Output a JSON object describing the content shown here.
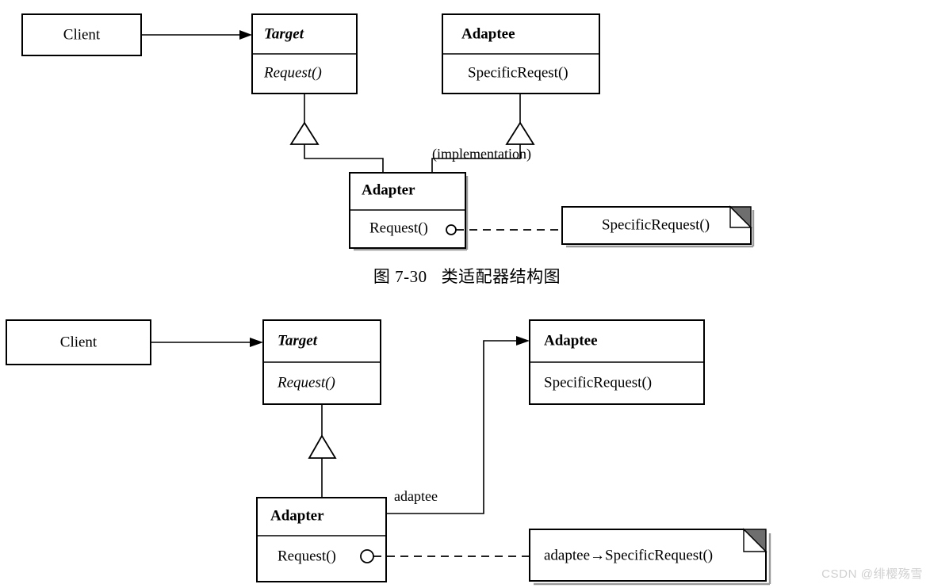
{
  "figure": {
    "caption_number": "图 7-30",
    "caption_title": "类适配器结构图"
  },
  "watermark": {
    "text": "CSDN @绯樱殇雪"
  },
  "colors": {
    "stroke": "#000000",
    "background": "#ffffff",
    "note_fold": "#6e6e6e",
    "shadow": "#9a9a9a",
    "watermark": "#d0d0d0"
  },
  "diagram_class_adapter": {
    "name": "class-adapter-structure",
    "classes": {
      "client": {
        "name": "Client",
        "stereotype": "",
        "members": []
      },
      "target": {
        "name": "Target",
        "abstract": true,
        "members": [
          "Request()"
        ]
      },
      "adaptee": {
        "name": "Adaptee",
        "abstract": false,
        "members": [
          "SpecificReqest()"
        ]
      },
      "adapter": {
        "name": "Adapter",
        "abstract": false,
        "members": [
          "Request()"
        ]
      }
    },
    "labels": {
      "implementation": "(implementation)"
    },
    "note": {
      "text": "SpecificRequest()"
    },
    "relations": [
      {
        "type": "association",
        "from": "Client",
        "to": "Target",
        "arrow": "open"
      },
      {
        "type": "generalization",
        "from": "Adapter",
        "to": "Target"
      },
      {
        "type": "generalization",
        "from": "Adapter",
        "to": "Adaptee",
        "label": "(implementation)"
      },
      {
        "type": "note-anchor",
        "from": "Adapter.Request()",
        "to": "note"
      }
    ]
  },
  "diagram_object_adapter": {
    "name": "object-adapter-structure",
    "classes": {
      "client": {
        "name": "Client",
        "members": []
      },
      "target": {
        "name": "Target",
        "abstract": true,
        "members": [
          "Request()"
        ]
      },
      "adaptee": {
        "name": "Adaptee",
        "abstract": false,
        "members": [
          "SpecificRequest()"
        ]
      },
      "adapter": {
        "name": "Adapter",
        "abstract": false,
        "members": [
          "Request()"
        ]
      }
    },
    "labels": {
      "adaptee_role": "adaptee"
    },
    "note": {
      "text": "adaptee→SpecificRequest()"
    },
    "relations": [
      {
        "type": "association",
        "from": "Client",
        "to": "Target",
        "arrow": "open"
      },
      {
        "type": "generalization",
        "from": "Adapter",
        "to": "Target"
      },
      {
        "type": "association",
        "from": "Adapter",
        "to": "Adaptee",
        "label": "adaptee",
        "arrow": "open"
      },
      {
        "type": "note-anchor",
        "from": "Adapter.Request()",
        "to": "note"
      }
    ]
  }
}
